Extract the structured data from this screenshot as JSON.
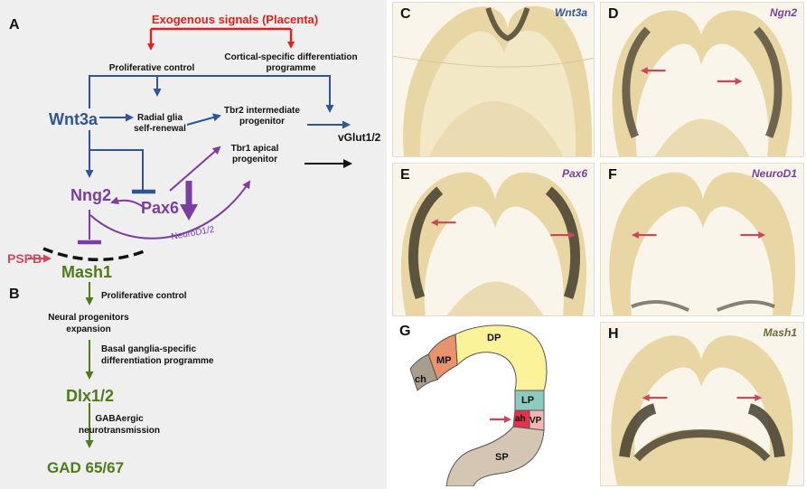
{
  "colors": {
    "wnt_blue": "#2f5596",
    "ngn_purple": "#7a3ea0",
    "mash_green": "#4f7a17",
    "signal_red": "#e3201b",
    "pspb_pink": "#d2475f",
    "arrow_red": "#c9465c",
    "tissue_tan": "#e6d4a2",
    "stain_dark": "#3a3326"
  },
  "diagram": {
    "panel_a_label": "A",
    "panel_b_label": "B",
    "exogenous": "Exogenous signals (Placenta)",
    "proliferative_control_top": "Proliferative control",
    "cortical_line1": "Cortical-specific differentiation",
    "cortical_line2": "programme",
    "wnt3a": "Wnt3a",
    "radial_line1": "Radial glia",
    "radial_line2": "self-renewal",
    "tbr2_line1": "Tbr2 intermediate",
    "tbr2_line2": "progenitor",
    "tbr1_line1": "Tbr1 apical",
    "tbr1_line2": "progenitor",
    "vglut": "vGlut1/2",
    "nng2": "Nng2",
    "pax6": "Pax6",
    "neurod": "NeuroD1/2",
    "pspb": "PSPB",
    "mash1": "Mash1",
    "proliferative_control_b": "Proliferative control",
    "neural_line1": "Neural progenitors",
    "neural_line2": "expansion",
    "basal_line1": "Basal ganglia-specific",
    "basal_line2": "differentiation programme",
    "dlx": "Dlx1/2",
    "gaba_line1": "GABAergic",
    "gaba_line2": "neurotransmission",
    "gad": "GAD 65/67"
  },
  "panels": [
    {
      "id": "C",
      "gene": "Wnt3a",
      "gene_color": "#2f5596"
    },
    {
      "id": "D",
      "gene": "Ngn2",
      "gene_color": "#7a3ea0"
    },
    {
      "id": "E",
      "gene": "Pax6",
      "gene_color": "#7a3ea0"
    },
    {
      "id": "F",
      "gene": "NeuroD1",
      "gene_color": "#7a3ea0"
    },
    {
      "id": "H",
      "gene": "Mash1",
      "gene_color": "#6b6b3a"
    }
  ],
  "panel_g": {
    "label": "G",
    "regions": [
      "MP",
      "DP",
      "ch",
      "LP",
      "ah",
      "VP",
      "SP"
    ],
    "region_colors": {
      "MP": "#e8936d",
      "DP": "#fbf29a",
      "ch": "#a89e8e",
      "LP": "#8fcac1",
      "ah": "#e8304d",
      "VP": "#f2b5b2",
      "SP": "#d4c6b2"
    }
  }
}
